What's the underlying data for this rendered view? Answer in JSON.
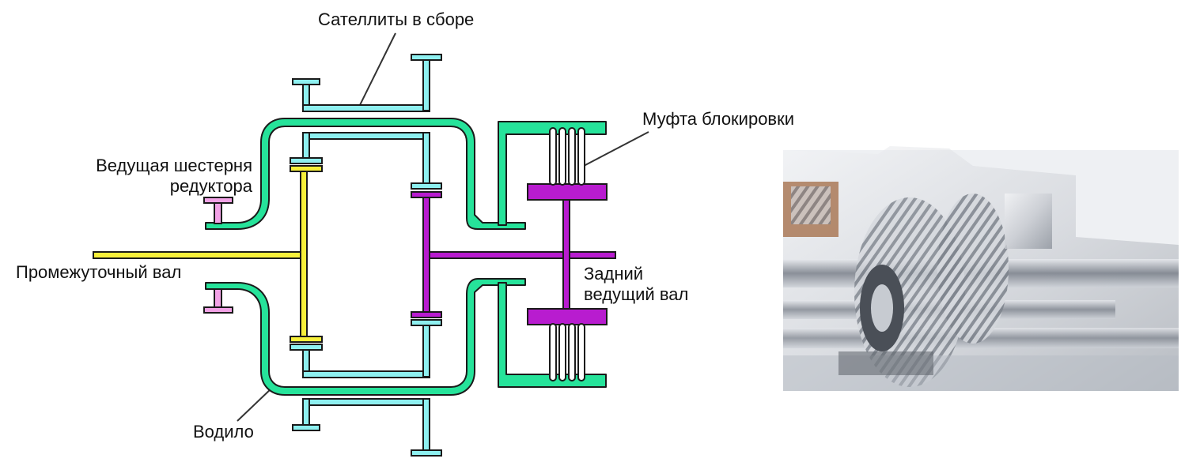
{
  "labels": {
    "satellites": "Сателлиты в сборе",
    "lock_clutch": "Муфта блокировки",
    "drive_gear_line1": "Ведущая шестерня",
    "drive_gear_line2": "редуктора",
    "intermediate_shaft": "Промежуточный вал",
    "rear_shaft_line1": "Задний",
    "rear_shaft_line2": "ведущий вал",
    "carrier": "Водило"
  },
  "colors": {
    "carrier_green": "#26e39a",
    "satellite_cyan": "#8ef0f0",
    "input_yellow": "#f7f03a",
    "output_purple": "#b81ccf",
    "pinion_pink": "#f2a2e6",
    "outline": "#1a1a1a"
  }
}
